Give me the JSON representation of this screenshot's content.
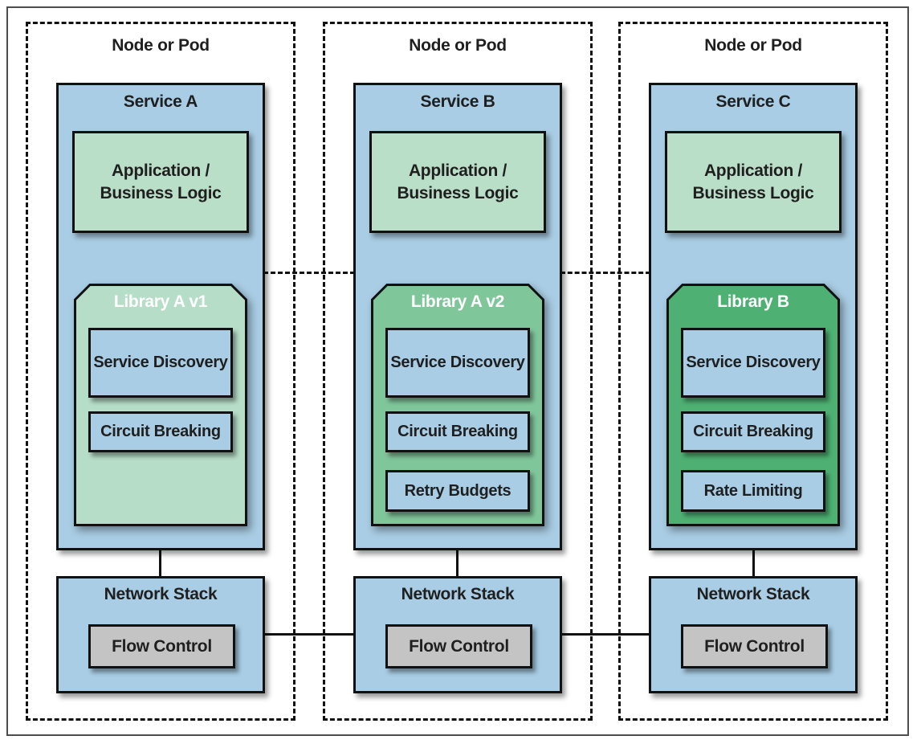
{
  "colors": {
    "service_blue": "#a9cde4",
    "app_green": "#badfc8",
    "library_a_v1_green": "#b6ddc7",
    "library_a_v2_green": "#80c69b",
    "library_b_green": "#4eb173",
    "flow_control_gray": "#c4c4c4",
    "line_black": "#111111",
    "library_title_white": "#ffffff"
  },
  "panels": [
    {
      "node_label": "Node or Pod",
      "service": {
        "title": "Service A",
        "app_label": "Application /\nBusiness Logic",
        "library": {
          "title": "Library A v1",
          "color": "#b6ddc7",
          "components": [
            "Service Discovery",
            "Circuit Breaking"
          ]
        }
      },
      "network_stack": {
        "title": "Network Stack",
        "component": "Flow Control"
      }
    },
    {
      "node_label": "Node or Pod",
      "service": {
        "title": "Service B",
        "app_label": "Application /\nBusiness Logic",
        "library": {
          "title": "Library A v2",
          "color": "#80c69b",
          "components": [
            "Service Discovery",
            "Circuit Breaking",
            "Retry Budgets"
          ]
        }
      },
      "network_stack": {
        "title": "Network Stack",
        "component": "Flow Control"
      }
    },
    {
      "node_label": "Node or Pod",
      "service": {
        "title": "Service C",
        "app_label": "Application /\nBusiness Logic",
        "library": {
          "title": "Library B",
          "color": "#4eb173",
          "components": [
            "Service Discovery",
            "Circuit Breaking",
            "Rate Limiting"
          ]
        }
      },
      "network_stack": {
        "title": "Network Stack",
        "component": "Flow Control"
      }
    }
  ]
}
